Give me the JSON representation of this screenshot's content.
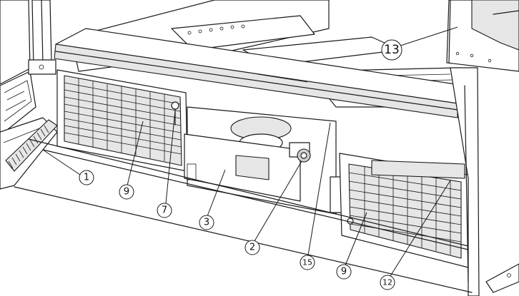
{
  "callouts": [
    {
      "id": "c1",
      "label": "1"
    },
    {
      "id": "c9a",
      "label": "9"
    },
    {
      "id": "c7",
      "label": "7"
    },
    {
      "id": "c3",
      "label": "3"
    },
    {
      "id": "c2",
      "label": "2"
    },
    {
      "id": "c15",
      "label": "15"
    },
    {
      "id": "c9b",
      "label": "9"
    },
    {
      "id": "c12",
      "label": "12"
    },
    {
      "id": "c13",
      "label": "13"
    }
  ]
}
